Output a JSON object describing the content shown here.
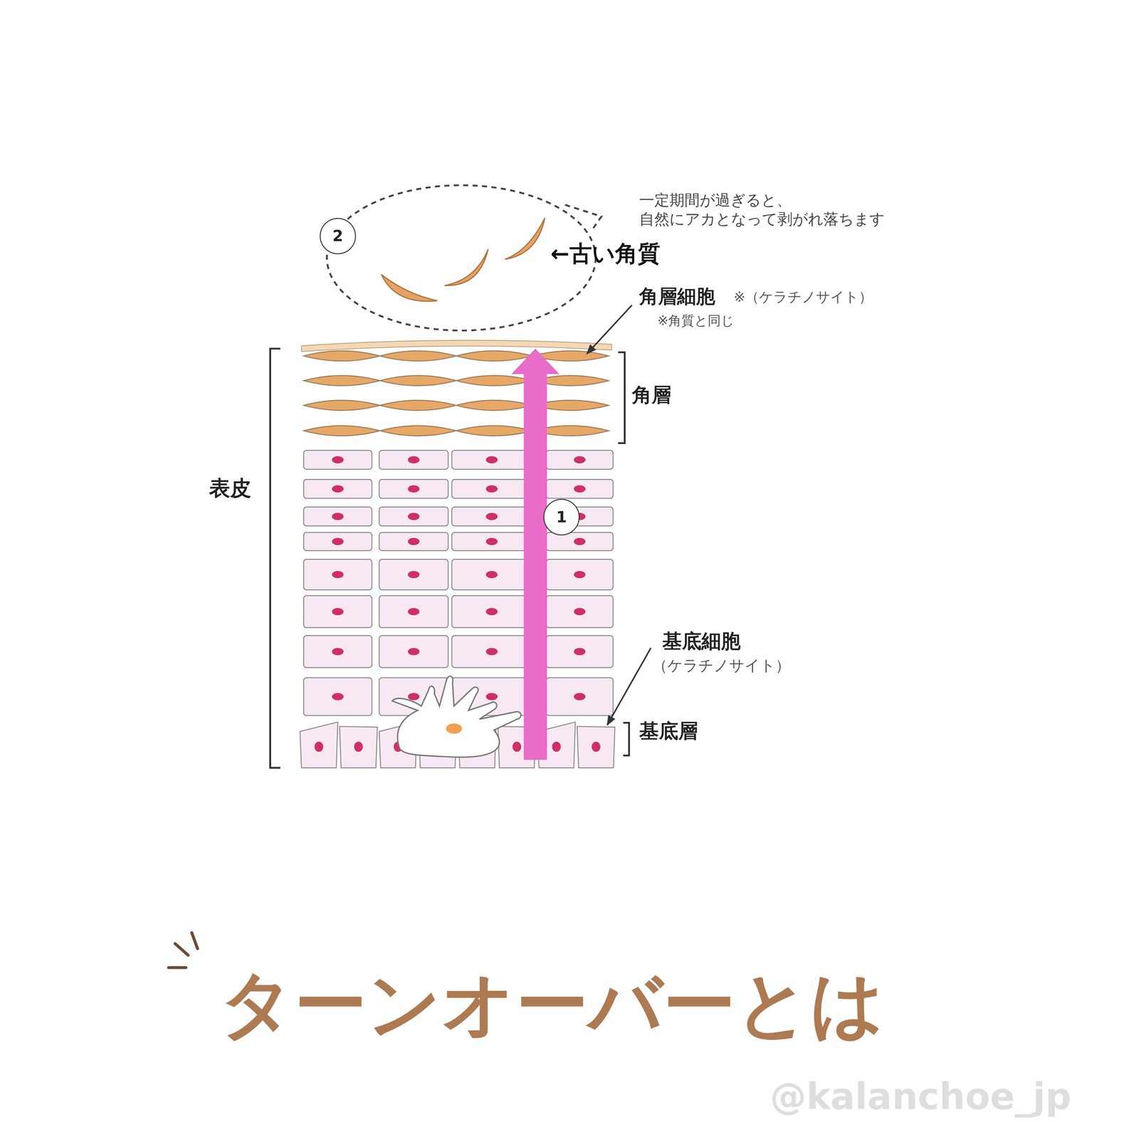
{
  "diagram": {
    "title": "ターンオーバーとは",
    "nodes": [
      {
        "text": [
          "2"
        ]
      },
      {
        "text": [
          "1"
        ]
      }
    ],
    "labels": [
      "一定期間が過ぎると、 自然にアカとなって剥がれ落ちます",
      "←古い角質",
      "角層細胞",
      "※（ケラチノサイト）",
      "※角質と同じ",
      "角層",
      "表皮",
      "基底細胞",
      "（ケラチノサイト）",
      "基底層",
      "@kalanchoe_jp"
    ]
  }
}
